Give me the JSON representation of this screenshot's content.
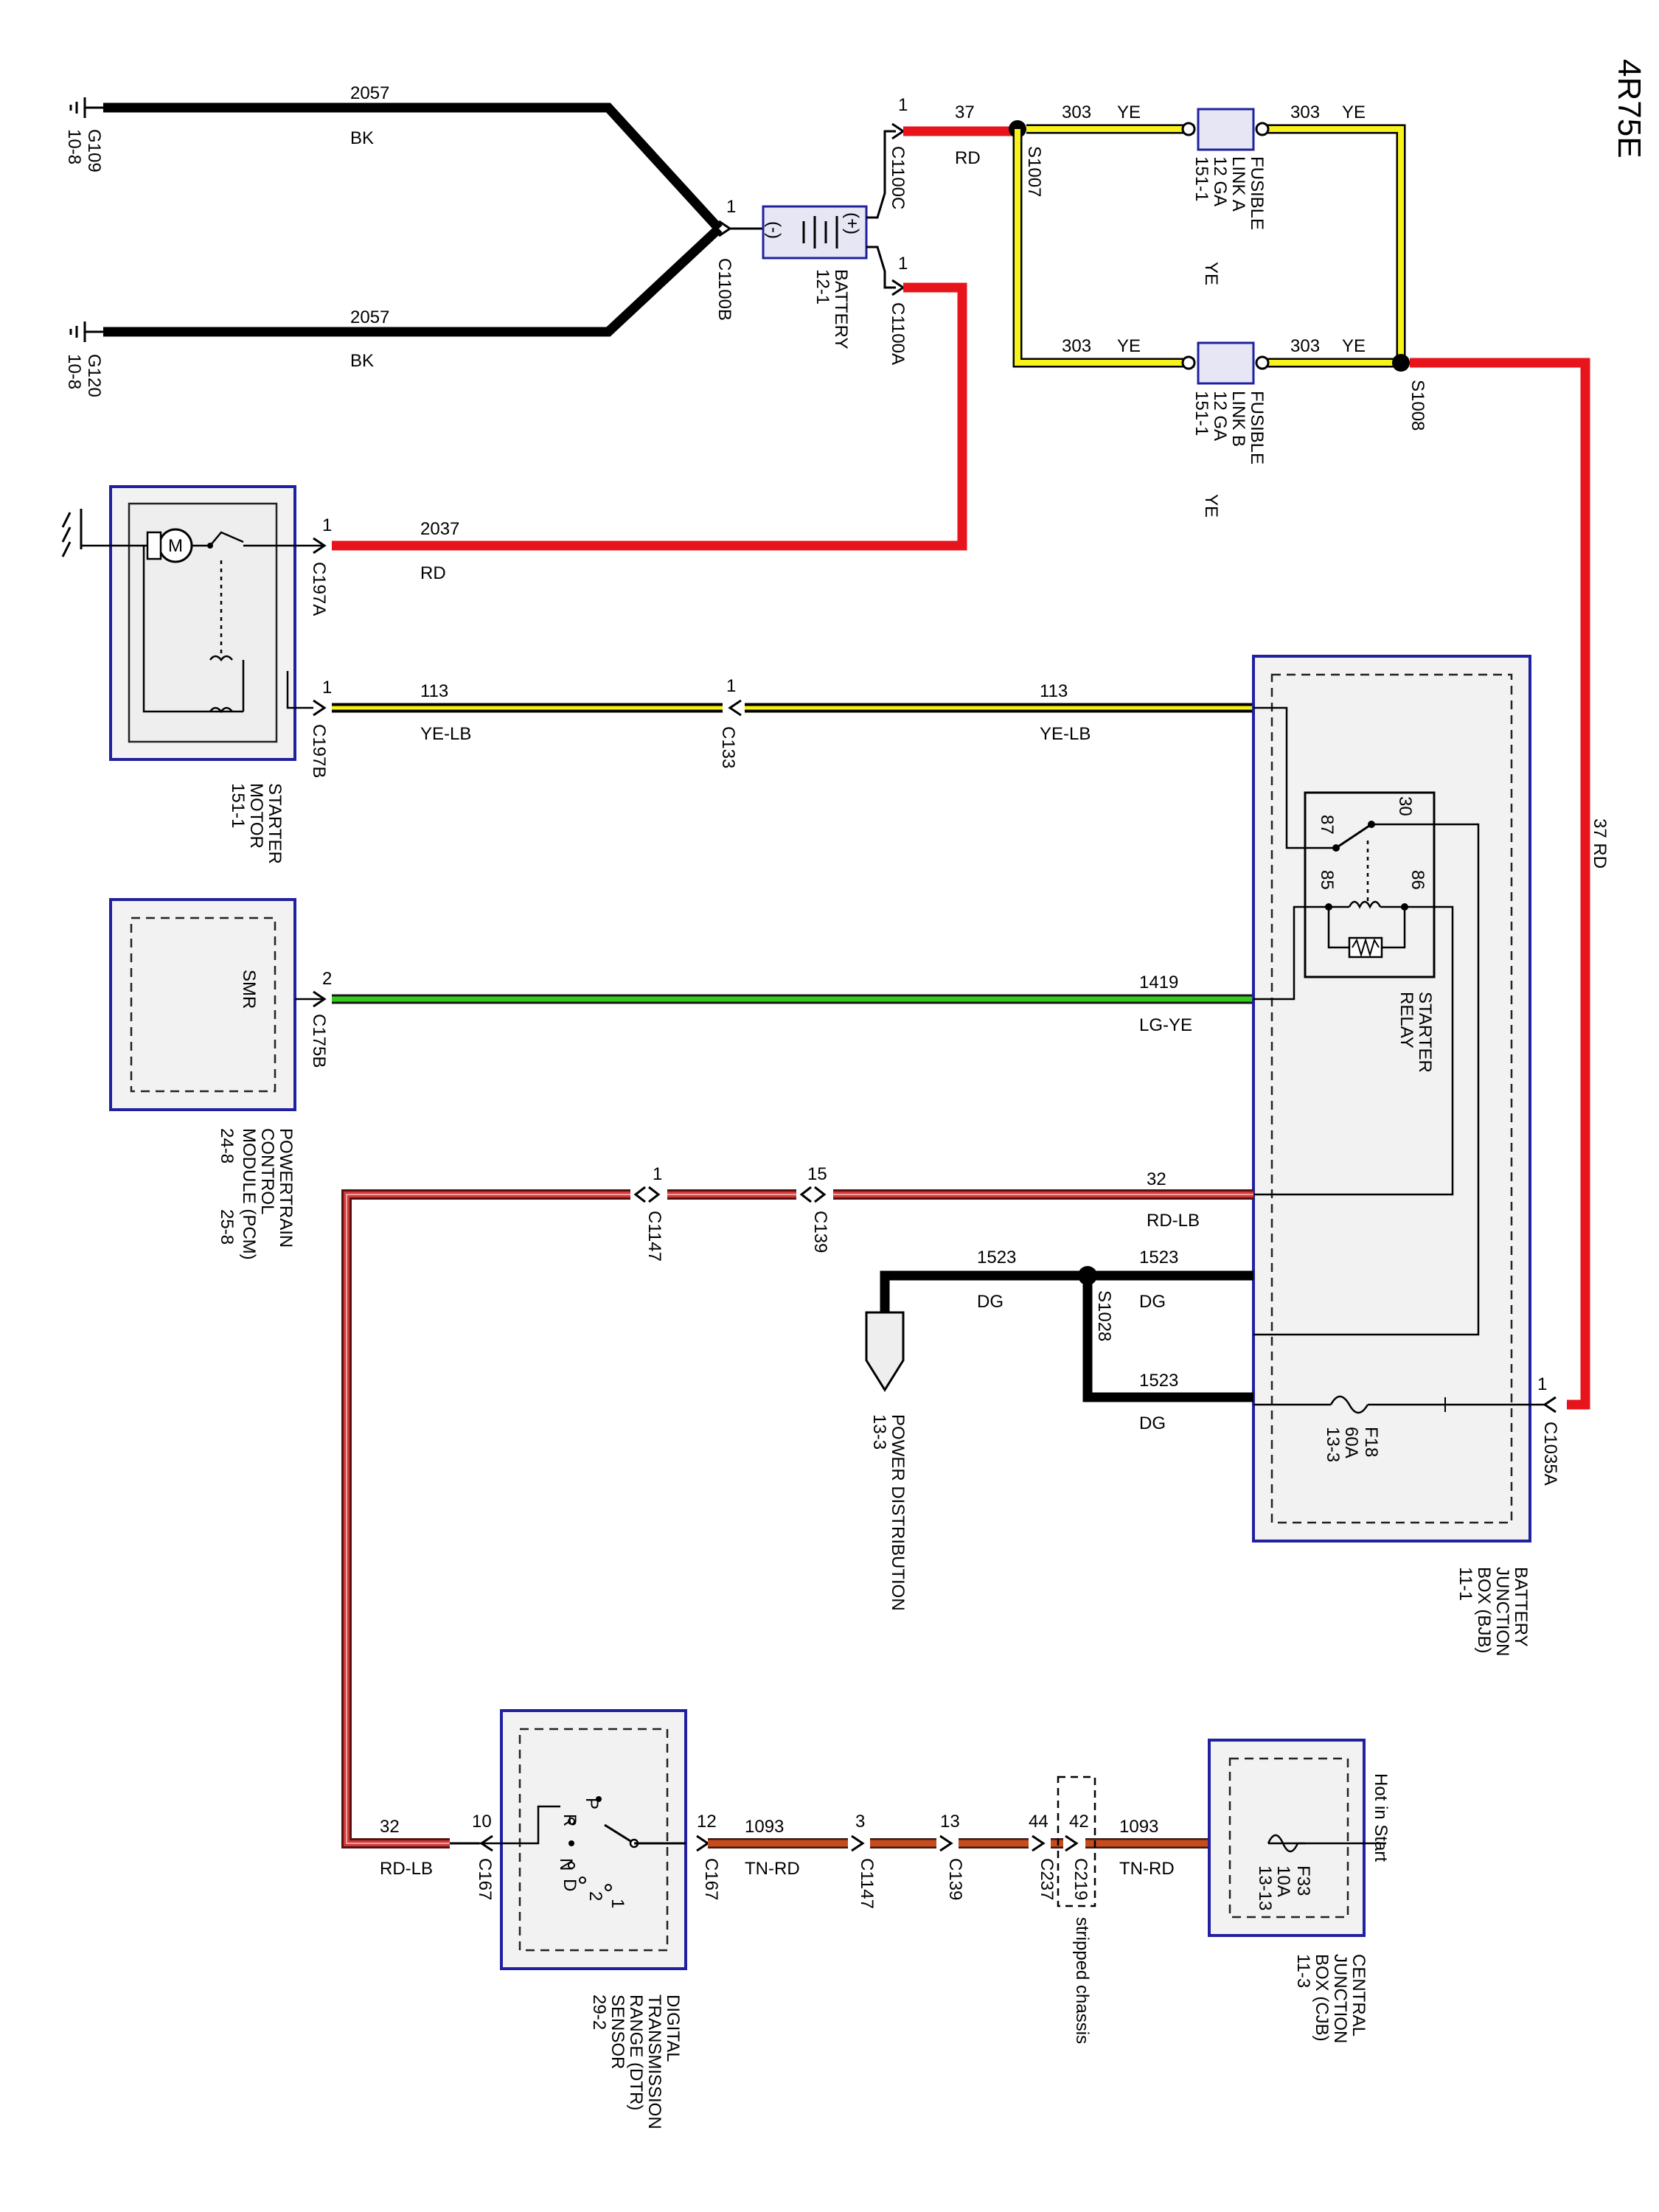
{
  "page": {
    "title": "4R75E"
  },
  "grounds": {
    "g109": {
      "id": "G109",
      "ref": "10-8"
    },
    "g120": {
      "id": "G120",
      "ref": "10-8"
    }
  },
  "wires": {
    "w2057": {
      "circuit": "2057",
      "color": "BK"
    },
    "w37": {
      "circuit": "37",
      "color": "RD"
    },
    "w303": {
      "circuit": "303",
      "color": "YE"
    },
    "w2037": {
      "circuit": "2037",
      "color": "RD"
    },
    "w113": {
      "circuit": "113",
      "color": "YE-LB"
    },
    "w1419": {
      "circuit": "1419",
      "color": "LG-YE"
    },
    "w32": {
      "circuit": "32",
      "color": "RD-LB"
    },
    "w1523": {
      "circuit": "1523",
      "color": "DG"
    },
    "w1093": {
      "circuit": "1093",
      "color": "TN-RD"
    },
    "w37v": "37  RD"
  },
  "connectors": {
    "c1100b": {
      "id": "C1100B",
      "pin": "1"
    },
    "c1100c": {
      "id": "C1100C",
      "pin": "1"
    },
    "c1100a": {
      "id": "C1100A",
      "pin": "1"
    },
    "c197a": {
      "id": "C197A",
      "pin": "1"
    },
    "c197b": {
      "id": "C197B",
      "pin": "1"
    },
    "c133": {
      "id": "C133",
      "pin": "1"
    },
    "c175b": {
      "id": "C175B",
      "pin": "2"
    },
    "c1147_top": {
      "id": "C1147",
      "pin": "1"
    },
    "c139_top": {
      "id": "C139",
      "pin": "15"
    },
    "c1035a": {
      "id": "C1035A",
      "pin": "1"
    },
    "c167_left": {
      "id": "C167",
      "pin": "10"
    },
    "c167_right": {
      "id": "C167",
      "pin": "12"
    },
    "c1147_bot": {
      "id": "C1147",
      "pin": "3"
    },
    "c139_bot": {
      "id": "C139",
      "pin": "13"
    },
    "c237": {
      "id": "C237",
      "pin": "44"
    },
    "c219": {
      "id": "C219",
      "pin": "42"
    }
  },
  "splices": {
    "s1007": "S1007",
    "s1008": "S1008",
    "s1028": "S1028"
  },
  "components": {
    "battery": {
      "name": "BATTERY",
      "ref": "12-1",
      "neg": "(-)",
      "pos": "(+)"
    },
    "fusible_a": {
      "name1": "FUSIBLE",
      "name2": "LINK A",
      "gauge": "12 GA",
      "ref": "151-1",
      "color": "YE"
    },
    "fusible_b": {
      "name1": "FUSIBLE",
      "name2": "LINK B",
      "gauge": "12 GA",
      "ref": "151-1",
      "color": "YE"
    },
    "starter_motor": {
      "line1": "STARTER",
      "line2": "MOTOR",
      "ref": "151-1"
    },
    "pcm": {
      "inner": "SMR",
      "line1": "POWERTRAIN",
      "line2": "CONTROL",
      "line3": "MODULE (PCM)",
      "ref1": "24-8",
      "ref2": "25-8"
    },
    "starter_relay": {
      "line1": "STARTER",
      "line2": "RELAY",
      "pin30": "30",
      "pin87": "87",
      "pin85": "85",
      "pin86": "86"
    },
    "bjb": {
      "line1": "BATTERY",
      "line2": "JUNCTION",
      "line3": "BOX (BJB)",
      "ref": "11-1"
    },
    "fuse_f18": {
      "name": "F18",
      "rating": "60A",
      "ref": "13-3"
    },
    "power_dist": {
      "line1": "POWER DISTRIBUTION",
      "ref": "13-3"
    },
    "dtr": {
      "line1": "DIGITAL",
      "line2": "TRANSMISSION",
      "line3": "RANGE (DTR)",
      "line4": "SENSOR",
      "ref": "29-2",
      "p": "P",
      "r": "R",
      "n": "N",
      "d": "D",
      "two": "2",
      "one": "1"
    },
    "cjb": {
      "line1": "CENTRAL",
      "line2": "JUNCTION",
      "line3": "BOX (CJB)",
      "ref": "11-3",
      "hot": "Hot in Start"
    },
    "fuse_f33": {
      "name": "F33",
      "rating": "10A",
      "ref": "13-13"
    },
    "stripped": "stripped chassis"
  },
  "colors": {
    "red": "#e8141c",
    "yellow": "#f6f21a",
    "green": "#33cc1a",
    "black": "#000000",
    "rdlb": "#c0282c",
    "tnrd": "#c84b1c",
    "box": "#2020a0",
    "boxfill": "#f2f2f2"
  }
}
